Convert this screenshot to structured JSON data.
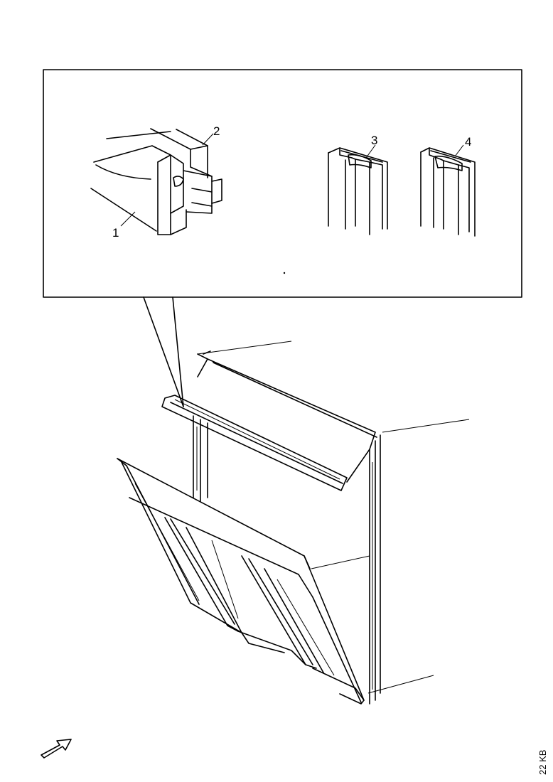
{
  "callouts": {
    "c1": "1",
    "c2": "2",
    "c3": "3",
    "c4": "4"
  },
  "doc_id": "22 KB",
  "icons": {
    "direction_arrow": "arrow-outline-icon"
  }
}
